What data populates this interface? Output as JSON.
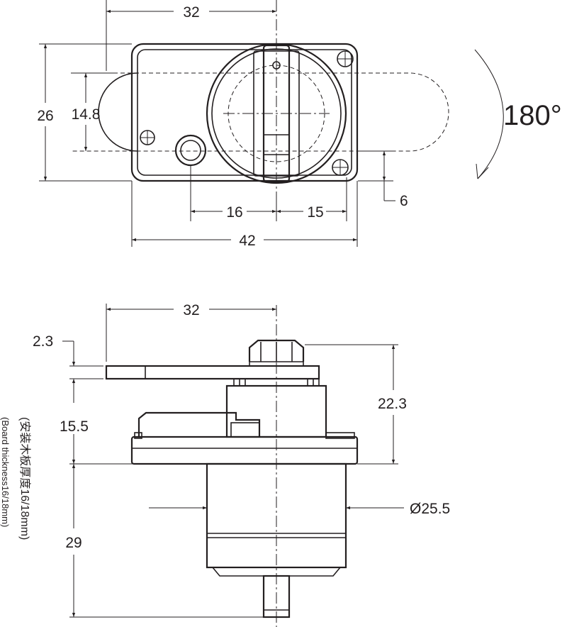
{
  "top_view": {
    "dim_width_32": "32",
    "dim_height_26": "26",
    "dim_height_14_8": "14.8",
    "dim_rotation": "180°",
    "dim_6": "6",
    "dim_16": "16",
    "dim_15": "15",
    "dim_42": "42"
  },
  "side_view": {
    "dim_width_32": "32",
    "dim_2_3": "2.3",
    "dim_15_5": "15.5",
    "dim_22_3": "22.3",
    "dim_diameter": "Ø25.5",
    "dim_29": "29",
    "board_note_cn": "(安装木板厚度16/18mm)",
    "board_note_en": "(Board thickness16/18mm)"
  }
}
